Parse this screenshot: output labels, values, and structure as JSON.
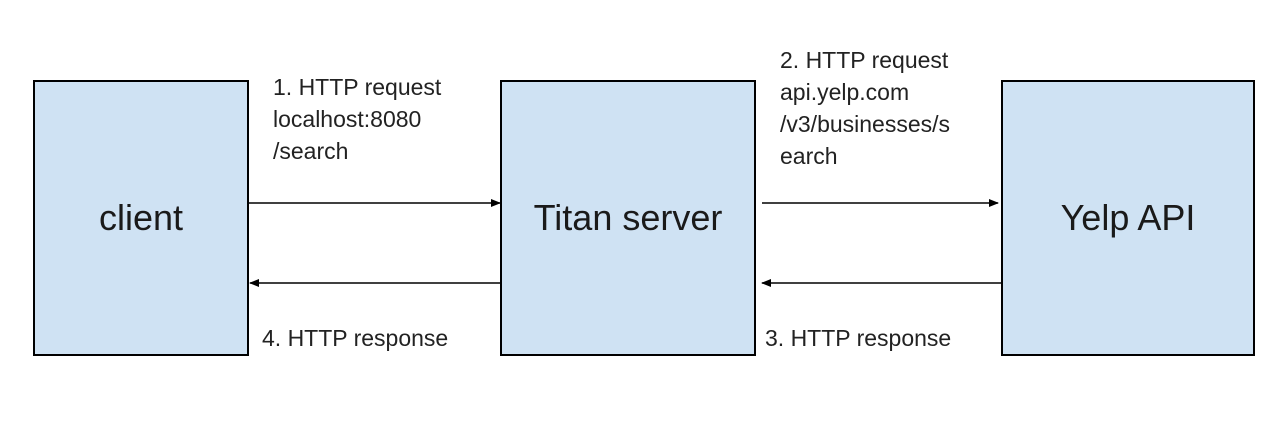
{
  "nodes": {
    "client": "client",
    "titan": "Titan server",
    "yelp": "Yelp API"
  },
  "steps": {
    "step1": {
      "title": "1. HTTP request",
      "line2": "localhost:8080",
      "line3": "/search"
    },
    "step2": {
      "title": "2. HTTP request",
      "line2": "api.yelp.com",
      "line3": "/v3/businesses/s",
      "line4": "earch"
    },
    "step3": {
      "title": "3. HTTP response"
    },
    "step4": {
      "title": "4. HTTP response"
    }
  }
}
